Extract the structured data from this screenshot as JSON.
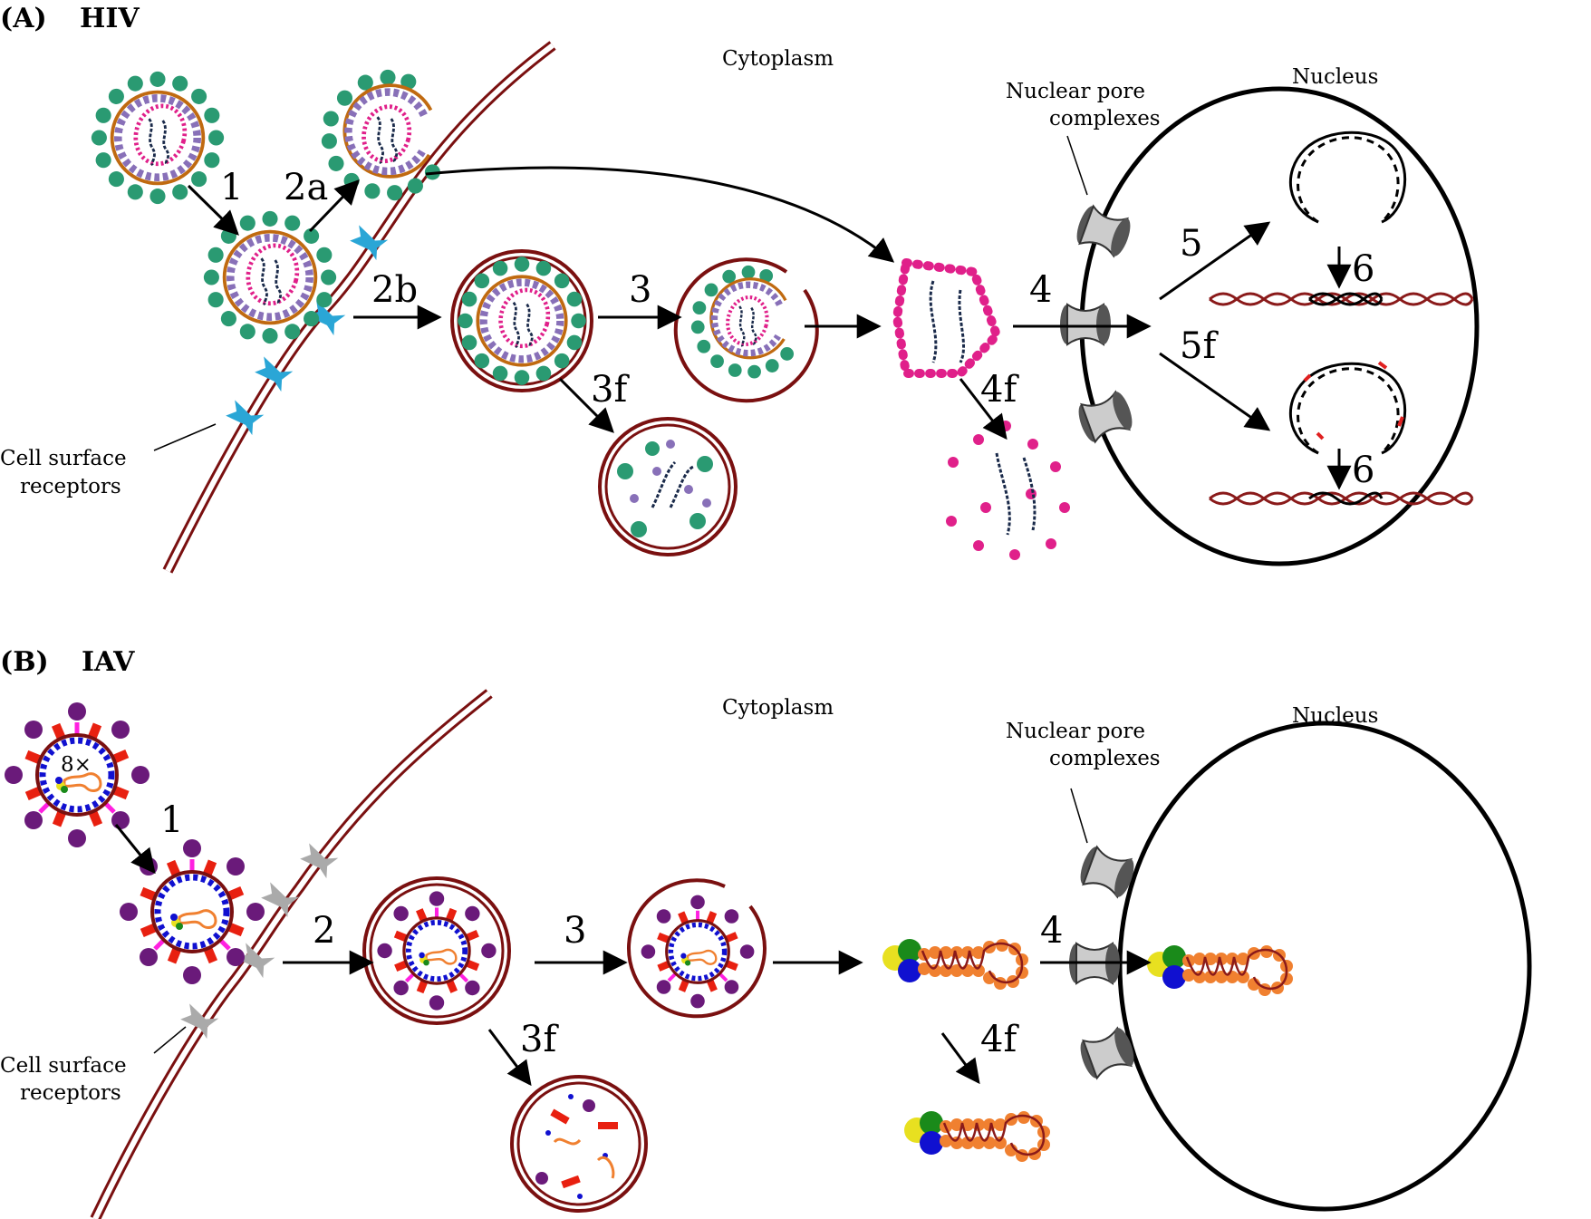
{
  "panel_a": {
    "letter": "(A)",
    "title": "HIV",
    "cytoplasm": "Cytoplasm",
    "nucleus": "Nucleus",
    "npc_line1": "Nuclear pore",
    "npc_line2": "complexes",
    "receptors_line1": "Cell surface",
    "receptors_line2": "receptors",
    "steps": {
      "s1": "1",
      "s2a": "2a",
      "s2b": "2b",
      "s3": "3",
      "s3f": "3f",
      "s4": "4",
      "s4f": "4f",
      "s5": "5",
      "s5f": "5f",
      "s6a": "6",
      "s6b": "6"
    }
  },
  "panel_b": {
    "letter": "(B)",
    "title": "IAV",
    "cytoplasm": "Cytoplasm",
    "nucleus": "Nucleus",
    "npc_line1": "Nuclear pore",
    "npc_line2": "complexes",
    "receptors_line1": "Cell surface",
    "receptors_line2": "receptors",
    "virion_label": "8×",
    "steps": {
      "s1": "1",
      "s2": "2",
      "s3": "3",
      "s3f": "3f",
      "s4": "4",
      "s4f": "4f"
    }
  },
  "colors": {
    "membrane": "#7a1010",
    "hiv_spike": "#2a9a72",
    "hiv_matrix": "#c06a10",
    "hiv_capsid": "#e0208a",
    "hiv_inner": "#8870b8",
    "hiv_rna": "#1a2a4a",
    "receptor_hiv": "#2aa6d6",
    "receptor_iav": "#aaaaaa",
    "iav_ha": "#e82010",
    "iav_na": "#6a1a7a",
    "iav_m2": "#ff20e0",
    "iav_m1": "#1010d0",
    "iav_np": "#f08030",
    "dna_host": "#8a1a1a",
    "integration_mark": "#e02020"
  }
}
